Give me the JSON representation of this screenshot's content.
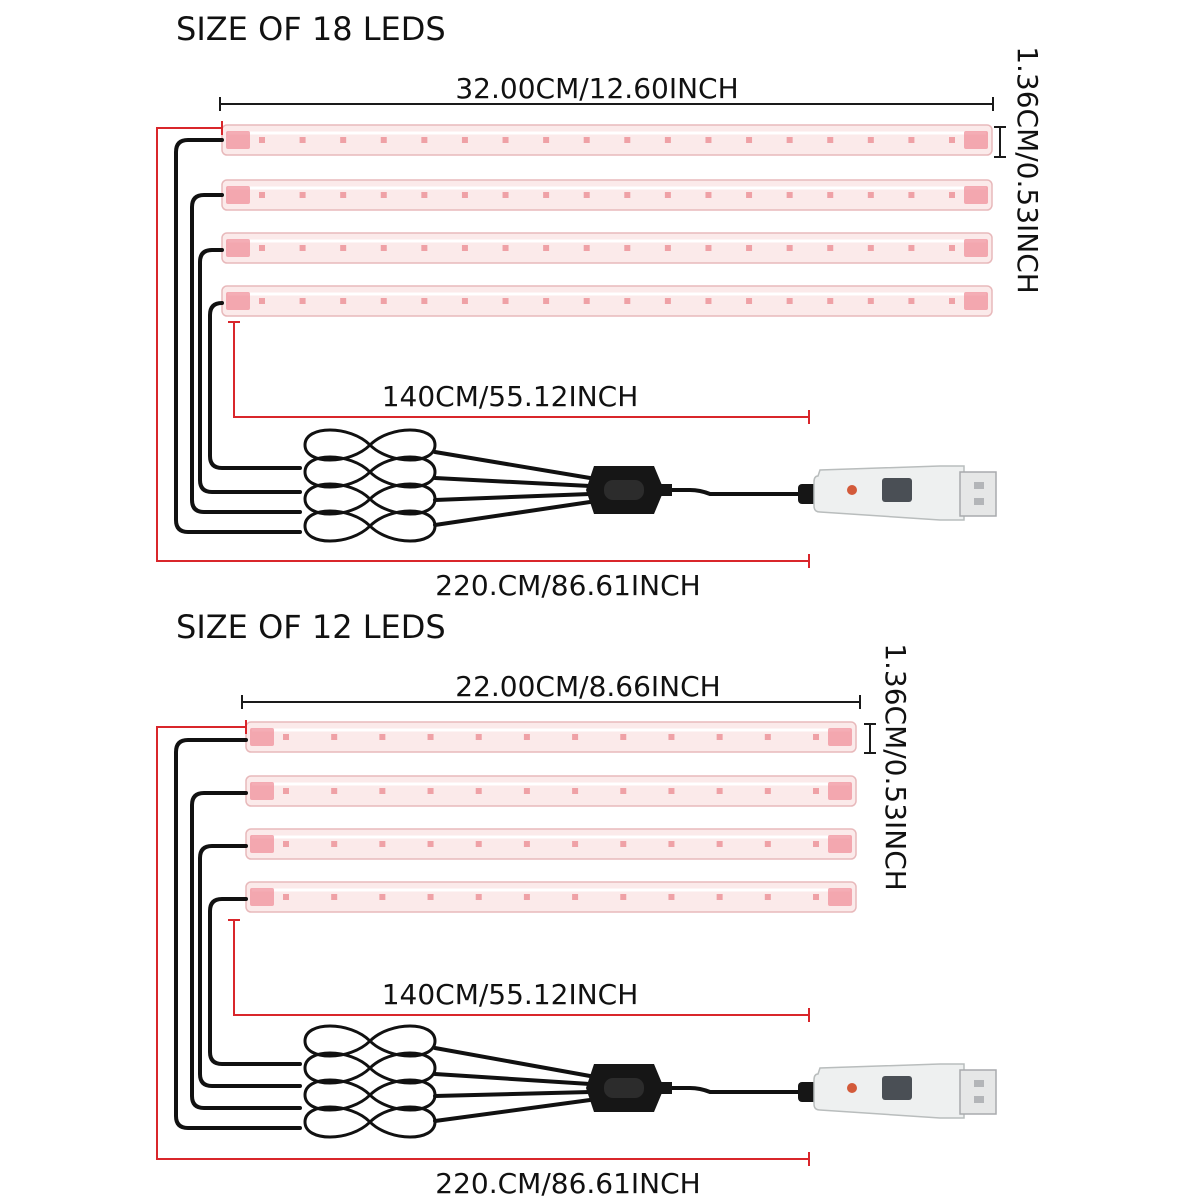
{
  "colors": {
    "dimension_line": "#1a1a1a",
    "red_guide": "#d9262b",
    "cable": "#111111",
    "strip_fill": "#fbeaea",
    "strip_border": "#e8b9bb",
    "led": "#e04a55",
    "connector": "#f08a96"
  },
  "sections": [
    {
      "title": "SIZE OF 18 LEDS",
      "length_label": "32.00CM/12.60INCH",
      "height_label": "1.36CM/0.53INCH",
      "cable_short_label": "140CM/55.12INCH",
      "cable_total_label": "220.CM/86.61INCH",
      "strip_count": 4,
      "leds_per_strip": 18
    },
    {
      "title": "SIZE OF 12 LEDS",
      "length_label": "22.00CM/8.66INCH",
      "height_label": "1.36CM/0.53INCH",
      "cable_short_label": "140CM/55.12INCH",
      "cable_total_label": "220.CM/86.61INCH",
      "strip_count": 4,
      "leds_per_strip": 12
    }
  ]
}
